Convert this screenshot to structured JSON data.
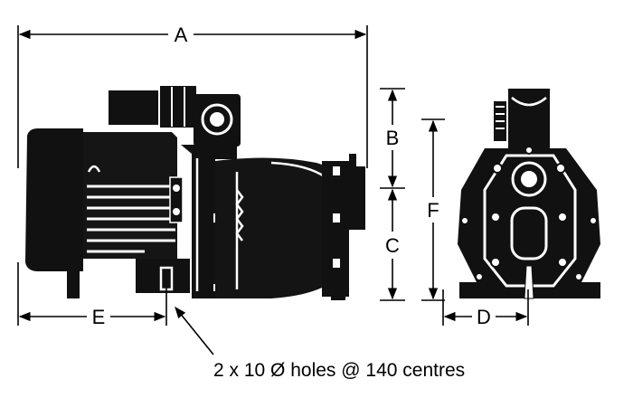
{
  "dimensions": {
    "a": "A",
    "b": "B",
    "c": "C",
    "d": "D",
    "e": "E",
    "f": "F"
  },
  "note": "2 x 10 Ø holes @ 140 centres",
  "colors": {
    "ink": "#000000",
    "paper": "#ffffff"
  }
}
